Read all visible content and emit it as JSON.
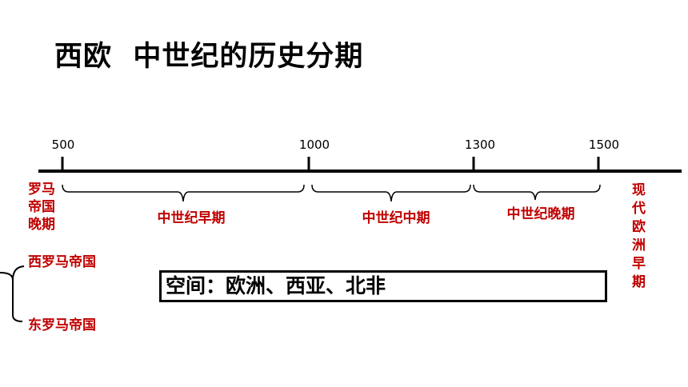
{
  "title": "西欧  中世纪的历史分期",
  "timeline": {
    "ticks": [
      {
        "label": "500"
      },
      {
        "label": "1000"
      },
      {
        "label": "1300"
      },
      {
        "label": "1500"
      }
    ],
    "periods": [
      {
        "label": "中世纪早期"
      },
      {
        "label": "中世纪中期"
      },
      {
        "label": "中世纪晚期"
      }
    ]
  },
  "before_label": "罗马帝国晚期",
  "after_label": "现代欧洲早期",
  "region_label": "空间：欧洲、西亚、北非",
  "empires": {
    "west": "西罗马帝国",
    "east": "东罗马帝国"
  },
  "colors": {
    "accent": "#c00000",
    "line": "#000000"
  }
}
